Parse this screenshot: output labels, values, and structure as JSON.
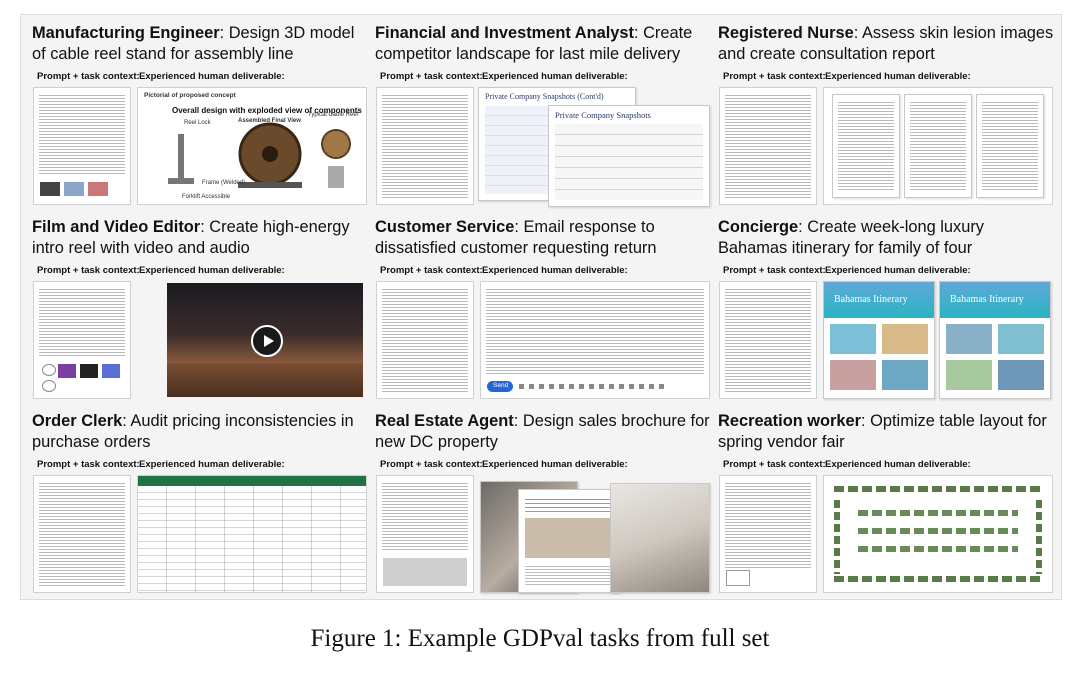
{
  "labels": {
    "prompt": "Prompt + task context:",
    "deliverable": "Experienced human deliverable:"
  },
  "tasks": [
    {
      "role": "Manufacturing Engineer",
      "task": "Design 3D model of cable reel stand for assembly line",
      "deliverable_text": {
        "title": "Pictorial of proposed concept",
        "heading": "Overall design with exploded view of components",
        "parts": [
          "Reel Lock",
          "Assembled Final View",
          "Typical Cable Reel",
          "Frame (Welded)",
          "Forklift Accessible"
        ]
      }
    },
    {
      "role": "Financial and Investment Analyst",
      "task": "Create competitor landscape for last mile delivery",
      "deliverable_text": {
        "back_title": "Private Company Snapshots (Cont'd)",
        "front_title": "Private Company Snapshots"
      }
    },
    {
      "role": "Registered Nurse",
      "task": "Assess skin lesion images and create consultation report"
    },
    {
      "role": "Film and Video Editor",
      "task": "Create high-energy intro reel with video and audio"
    },
    {
      "role": "Customer Service",
      "task": "Email response to dissatisfied customer requesting return",
      "deliverable_text": {
        "send": "Send"
      }
    },
    {
      "role": "Concierge",
      "task": "Create week-long luxury Bahamas itinerary for family of four",
      "deliverable_text": {
        "title": "Bahamas Itinerary"
      }
    },
    {
      "role": "Order Clerk",
      "task": "Audit pricing inconsistencies in purchase orders"
    },
    {
      "role": "Real Estate Agent",
      "task": "Design sales brochure for new DC property"
    },
    {
      "role": "Recreation worker",
      "task": "Optimize table layout for spring vendor fair"
    }
  ],
  "caption": "Figure 1: Example GDPval tasks from full set",
  "colors": {
    "play_overlay": "#1a1a1a",
    "email_send": "#2566d6",
    "sky": "#5fa8d8",
    "sea": "#2bb3c0"
  }
}
